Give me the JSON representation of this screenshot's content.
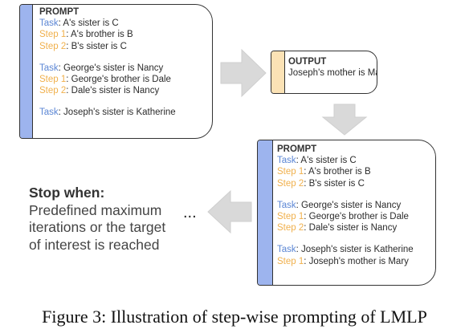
{
  "prompt1": {
    "header": "PROMPT",
    "groups": [
      [
        {
          "label": "Task",
          "text": ": A's sister is C",
          "kind": "task"
        },
        {
          "label": "Step 1",
          "text": ": A's brother is B",
          "kind": "step"
        },
        {
          "label": "Step 2",
          "text": ": B's sister is C",
          "kind": "step"
        }
      ],
      [
        {
          "label": "Task",
          "text": ": George's sister is Nancy",
          "kind": "task"
        },
        {
          "label": "Step 1",
          "text": ": George's brother is Dale",
          "kind": "step"
        },
        {
          "label": "Step 2",
          "text": ": Dale's sister is Nancy",
          "kind": "step"
        }
      ],
      [
        {
          "label": "Task",
          "text": ": Joseph's sister is Katherine",
          "kind": "task"
        }
      ]
    ]
  },
  "output": {
    "header": "OUTPUT",
    "text": "Joseph's mother is Mary"
  },
  "prompt2": {
    "header": "PROMPT",
    "groups": [
      [
        {
          "label": "Task",
          "text": ": A's sister is C",
          "kind": "task"
        },
        {
          "label": "Step 1",
          "text": ": A's brother is B",
          "kind": "step"
        },
        {
          "label": "Step 2",
          "text": ": B's sister is C",
          "kind": "step"
        }
      ],
      [
        {
          "label": "Task",
          "text": ": George's sister is Nancy",
          "kind": "task"
        },
        {
          "label": "Step 1",
          "text": ": George's brother is Dale",
          "kind": "step"
        },
        {
          "label": "Step 2",
          "text": ": Dale's sister is Nancy",
          "kind": "step"
        }
      ],
      [
        {
          "label": "Task",
          "text": ": Joseph's sister is Katherine",
          "kind": "task"
        },
        {
          "label": "Step 1",
          "text": ": Joseph's mother is Mary",
          "kind": "step"
        }
      ]
    ]
  },
  "stop": {
    "title": "Stop when:",
    "lines": [
      "Predefined maximum",
      "iterations or the target",
      "of interest is reached"
    ]
  },
  "ellipsis": "...",
  "caption": "Figure 3: Illustration of step-wise prompting of LMLP",
  "colors": {
    "task_label": "#5b86d4",
    "step_label": "#f0b04c",
    "prompt_bar": "#9db4ee",
    "output_bar": "#fbe2b5",
    "arrow": "#d9d9d9"
  }
}
